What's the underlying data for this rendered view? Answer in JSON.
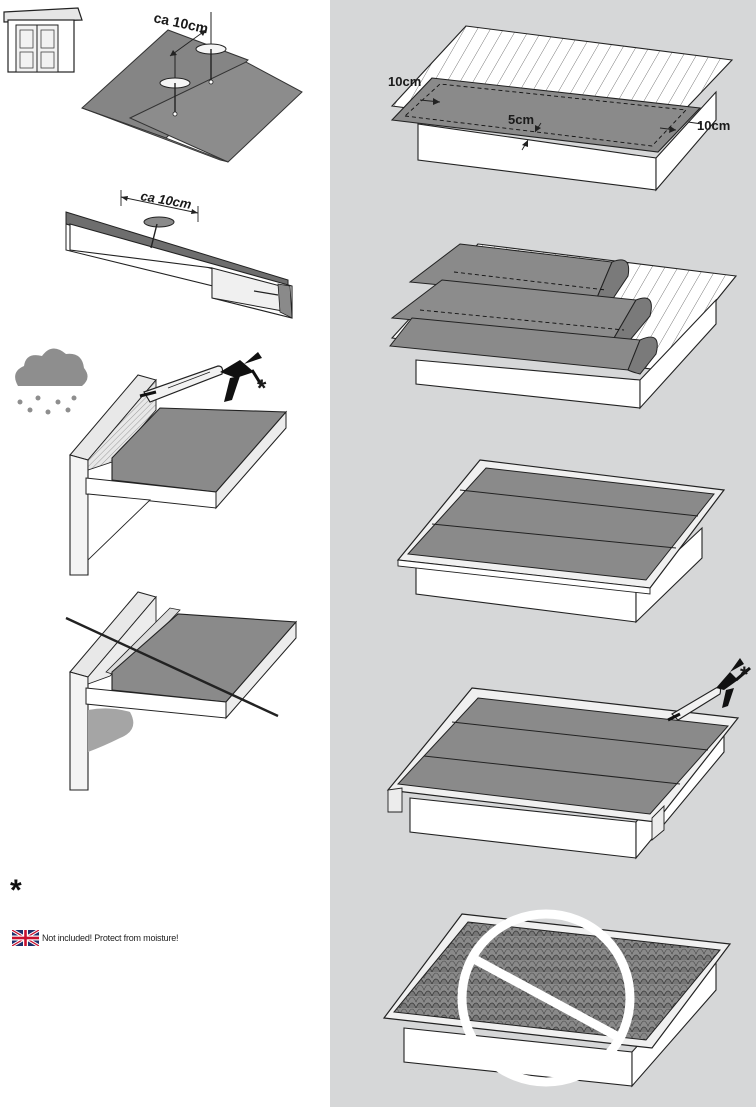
{
  "labels": {
    "step1_distance": "ca 10cm",
    "step2_distance": "ca 10cm",
    "overlap_side_left": "10cm",
    "overlap_side_right": "10cm",
    "overlap_middle": "5cm"
  },
  "footnote": {
    "marker": "*",
    "glue_marker": "*",
    "note_text": "Not included! Protect from moisture!",
    "flag_icon": "uk-flag-icon"
  },
  "colors": {
    "right_panel_bg": "#d6d7d8",
    "felt_gray": "#7b7b7b",
    "line_dark": "#222222"
  }
}
